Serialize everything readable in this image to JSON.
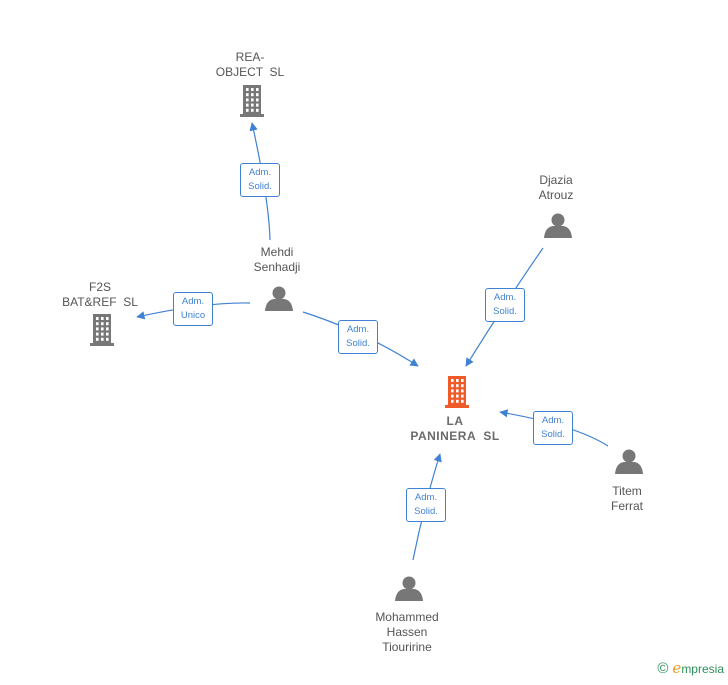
{
  "colors": {
    "edge": "#3f82d4",
    "company_icon": "#777777",
    "main_company_icon": "#f05a28",
    "person_icon": "#777777"
  },
  "nodes": [
    {
      "id": "la_paninera",
      "kind": "company",
      "main": true,
      "label_lines": [
        "LA",
        "PANINERA  SL"
      ],
      "icon": "building-icon"
    },
    {
      "id": "rea_object",
      "kind": "company",
      "main": false,
      "label_lines": [
        "REA-",
        "OBJECT  SL"
      ],
      "icon": "building-icon"
    },
    {
      "id": "f2s",
      "kind": "company",
      "main": false,
      "label_lines": [
        "F2S",
        "BAT&REF  SL"
      ],
      "icon": "building-icon"
    },
    {
      "id": "mehdi",
      "kind": "person",
      "label_lines": [
        "Mehdi",
        "Senhadji"
      ],
      "icon": "person-icon"
    },
    {
      "id": "djazia",
      "kind": "person",
      "label_lines": [
        "Djazia",
        "Atrouz"
      ],
      "icon": "person-icon"
    },
    {
      "id": "titem",
      "kind": "person",
      "label_lines": [
        "Titem",
        "Ferrat"
      ],
      "icon": "person-icon"
    },
    {
      "id": "mohammed",
      "kind": "person",
      "label_lines": [
        "Mohammed",
        "Hassen",
        "Tiouririne"
      ],
      "icon": "person-icon"
    }
  ],
  "edges": [
    {
      "from": "mehdi",
      "to": "rea_object",
      "role_lines": [
        "Adm.",
        "Solid."
      ]
    },
    {
      "from": "mehdi",
      "to": "f2s",
      "role_lines": [
        "Adm.",
        "Unico"
      ]
    },
    {
      "from": "mehdi",
      "to": "la_paninera",
      "role_lines": [
        "Adm.",
        "Solid."
      ]
    },
    {
      "from": "djazia",
      "to": "la_paninera",
      "role_lines": [
        "Adm.",
        "Solid."
      ]
    },
    {
      "from": "titem",
      "to": "la_paninera",
      "role_lines": [
        "Adm.",
        "Solid."
      ]
    },
    {
      "from": "mohammed",
      "to": "la_paninera",
      "role_lines": [
        "Adm.",
        "Solid."
      ]
    }
  ],
  "credit": {
    "copyright_symbol": "©",
    "brand_initial": "e",
    "brand_rest": "mpresia"
  }
}
